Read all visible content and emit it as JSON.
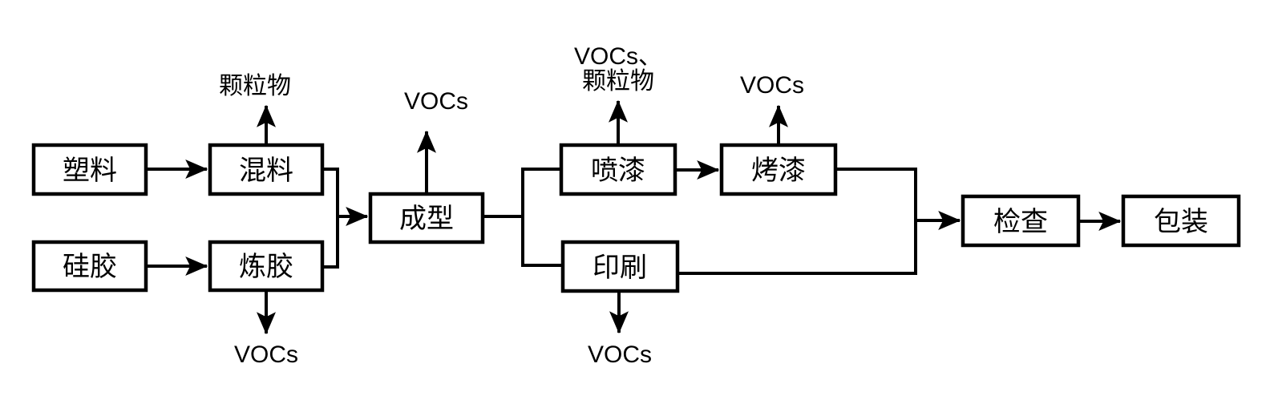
{
  "diagram": {
    "background_color": "#ffffff",
    "line_color": "#000000",
    "text_color": "#000000",
    "nodes": {
      "suliao": {
        "label": "塑料"
      },
      "guijiao": {
        "label": "硅胶"
      },
      "hunliao": {
        "label": "混料"
      },
      "lianjiao": {
        "label": "炼胶"
      },
      "chengxing": {
        "label": "成型"
      },
      "penqi": {
        "label": "喷漆"
      },
      "yinshua": {
        "label": "印刷"
      },
      "kaoqi": {
        "label": "烤漆"
      },
      "jiancha": {
        "label": "检查"
      },
      "baozhuang": {
        "label": "包装"
      }
    },
    "emissions": {
      "hunliao_up": {
        "label": "颗粒物",
        "direction": "up"
      },
      "lianjiao_down": {
        "label": "VOCs",
        "direction": "down"
      },
      "chengxing_up": {
        "label": "VOCs",
        "direction": "up"
      },
      "penqi_up": {
        "label_line1": "VOCs、",
        "label_line2": "颗粒物",
        "direction": "up"
      },
      "kaoqi_up": {
        "label": "VOCs",
        "direction": "up"
      },
      "yinshua_down": {
        "label": "VOCs",
        "direction": "down"
      }
    },
    "flow": [
      "塑料→混料",
      "硅胶→炼胶",
      "混料+炼胶→成型",
      "成型→喷漆",
      "成型→印刷",
      "喷漆→烤漆",
      "烤漆+印刷→检查",
      "检查→包装"
    ]
  }
}
